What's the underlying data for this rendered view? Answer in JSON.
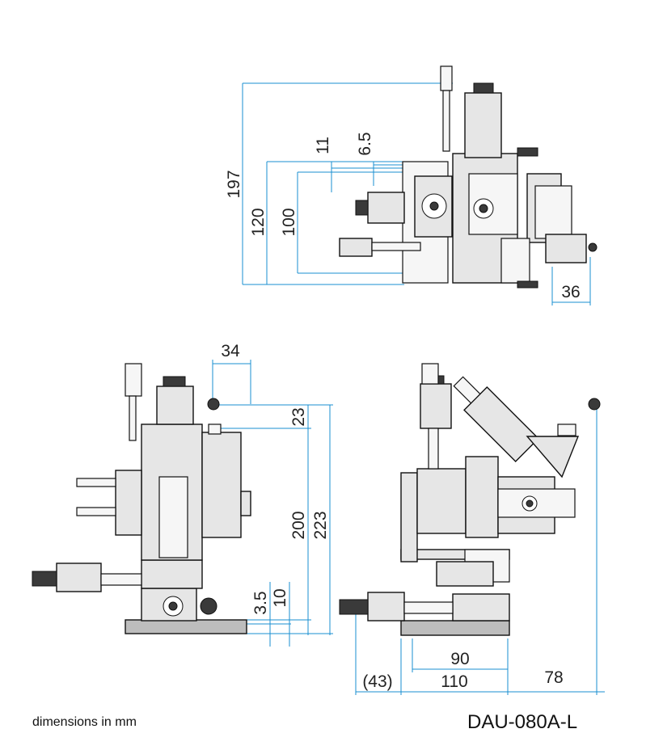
{
  "dimensions": {
    "top_view": {
      "d197": "197",
      "d120": "120",
      "d100": "100",
      "d11": "11",
      "d6_5": "6.5",
      "d36": "36"
    },
    "side_view": {
      "d34": "34",
      "d23": "23",
      "d200": "200",
      "d223": "223",
      "d3_5": "3.5",
      "d10": "10"
    },
    "front_view": {
      "d90": "90",
      "d110": "110",
      "d43": "(43)",
      "d78": "78"
    }
  },
  "captions": {
    "units_note": "dimensions in mm",
    "model": "DAU-080A-L"
  },
  "colors": {
    "dimension_line": "#1a8fd0",
    "outline": "#111111"
  }
}
